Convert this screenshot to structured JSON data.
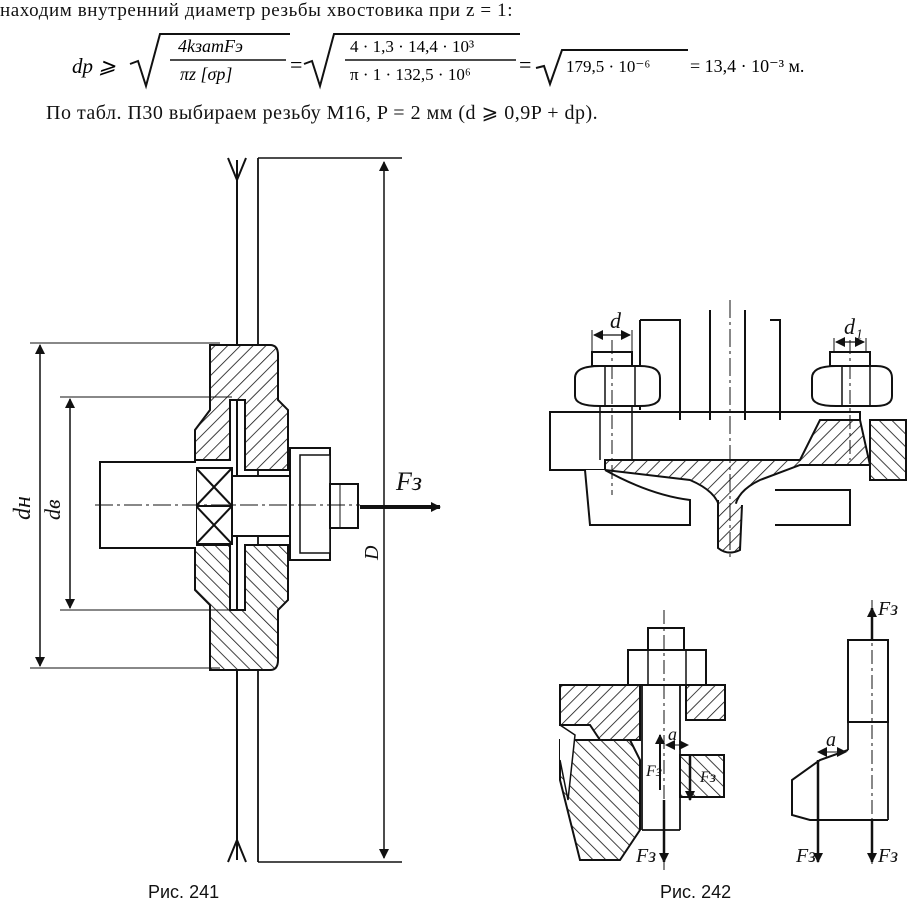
{
  "text": {
    "line1": "находим внутренний диаметр резьбы хвостовика при z = 1:",
    "line3": "По табл. П30 выбираем резьбу М16, P = 2 мм (d ⩾ 0,9P + dр)."
  },
  "formula": {
    "lhs": "dр ⩾",
    "num1": "4kзатFэ",
    "den1": "πz [σр]",
    "eq1": "=",
    "num2": "4 · 1,3 · 14,4 · 10³",
    "den2": "π · 1 · 132,5 · 10⁶",
    "eq2": "=",
    "root3": "179,5 · 10⁻⁶",
    "result": "= 13,4 · 10⁻³  м."
  },
  "figure241": {
    "label_dn": "dн",
    "label_dv": "dв",
    "label_D": "D",
    "label_F": "Fз",
    "caption": "Рис.  241"
  },
  "figure242": {
    "label_d": "d",
    "label_d1": "d₁",
    "label_a1": "a",
    "label_a2": "a",
    "label_F1": "Fз",
    "label_F2": "Fз",
    "label_F3": "Fз",
    "label_F4": "Fз",
    "label_F5": "Fз",
    "label_F6": "Fз",
    "caption": "Рис.  242"
  }
}
